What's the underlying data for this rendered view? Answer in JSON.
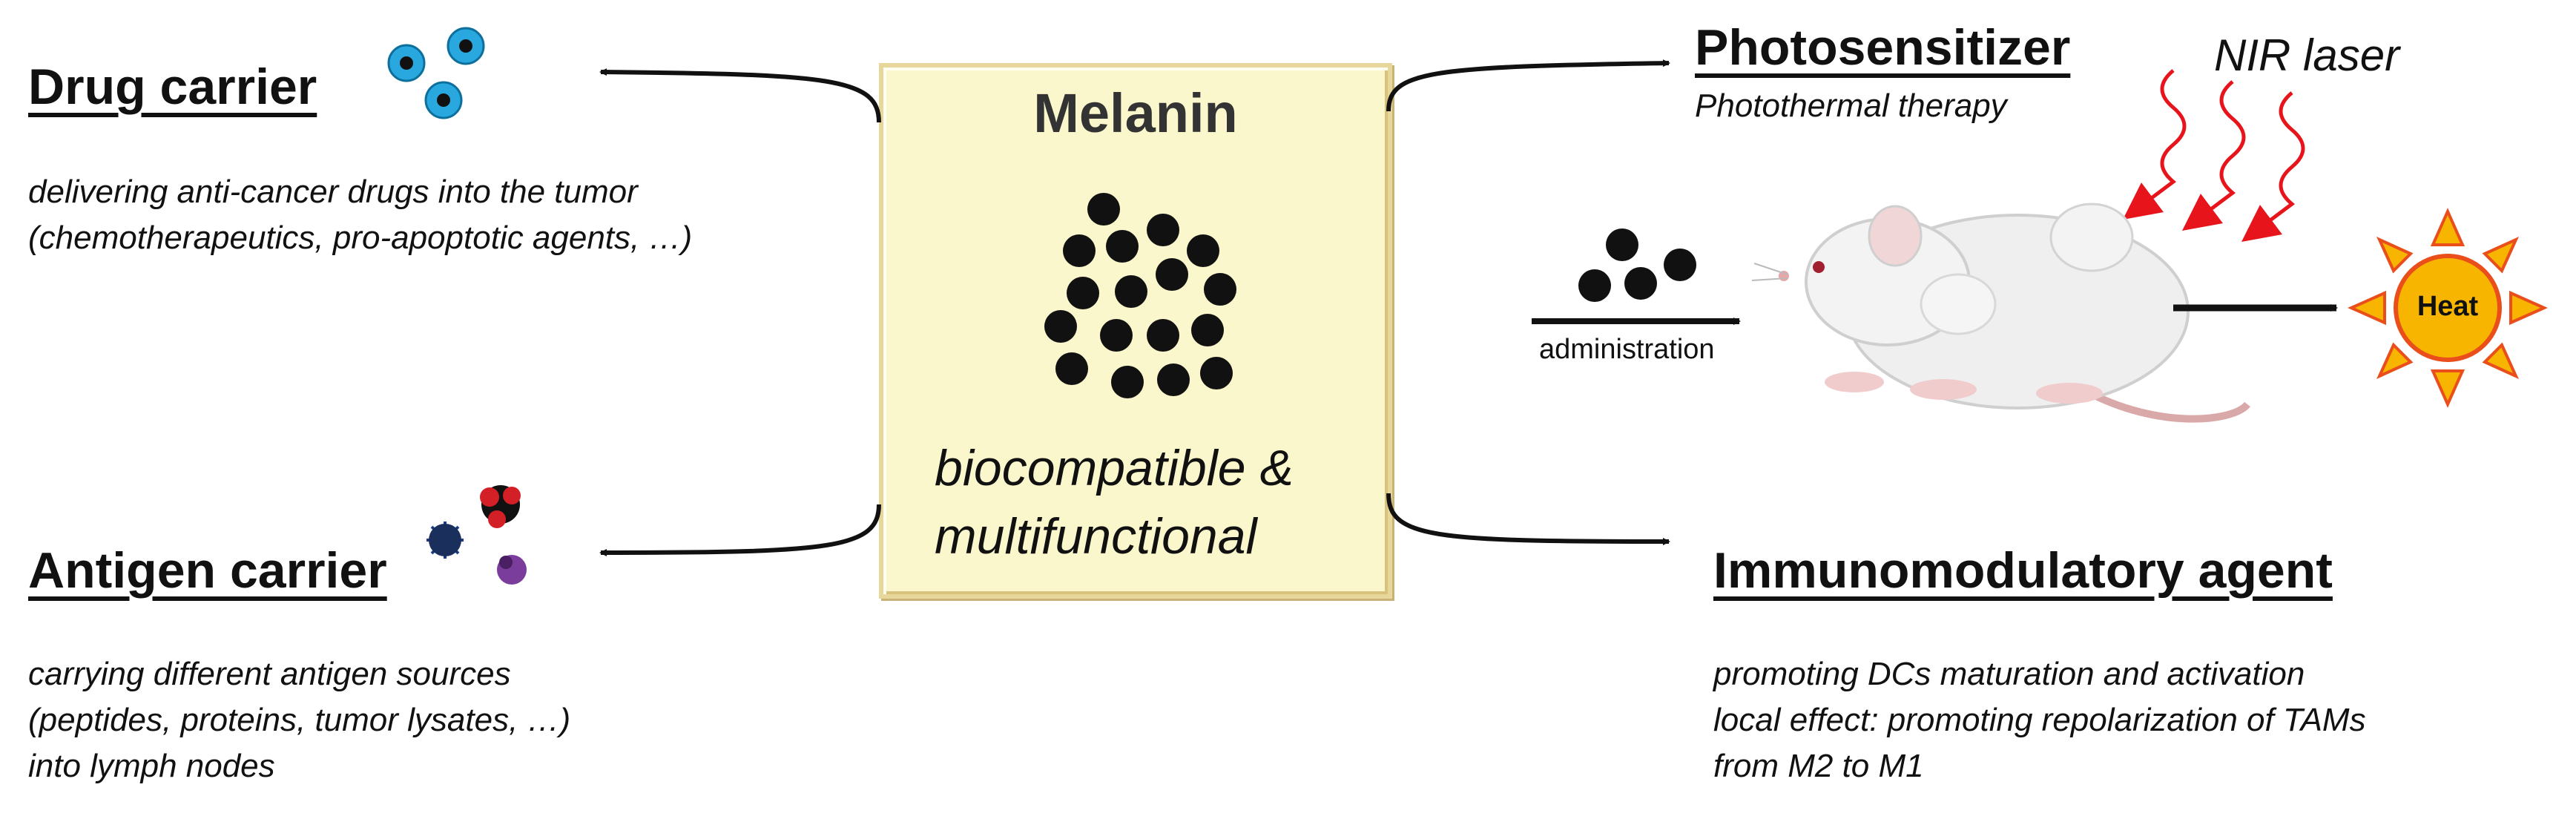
{
  "center": {
    "title": "Melanin",
    "caption_line1": "biocompatible &",
    "caption_line2": "multifunctional"
  },
  "drug_carrier": {
    "title": "Drug carrier",
    "desc_line1": "delivering anti-cancer drugs into the tumor",
    "desc_line2": "(chemotherapeutics, pro-apoptotic agents, …)"
  },
  "antigen_carrier": {
    "title": "Antigen carrier",
    "desc_line1": "carrying different antigen sources",
    "desc_line2": "(peptides, proteins, tumor lysates, …)",
    "desc_line3": "into lymph nodes"
  },
  "photosensitizer": {
    "title": "Photosensitizer",
    "subtitle": "Photothermal therapy",
    "laser_label": "NIR laser",
    "administration_label": "administration",
    "heat_label": "Heat"
  },
  "immunomodulatory": {
    "title": "Immunomodulatory agent",
    "desc_line1": "promoting DCs maturation and activation",
    "desc_line2": "local effect: promoting repolarization of TAMs",
    "desc_line3": "from M2 to M1"
  },
  "colors": {
    "box_fill": "#fbf7cc",
    "laser": "#e8141b",
    "sun": "#f7b500",
    "drug_particles": "#29a8e0",
    "antigen_red": "#d32027",
    "antigen_purple": "#7a3d9c"
  }
}
